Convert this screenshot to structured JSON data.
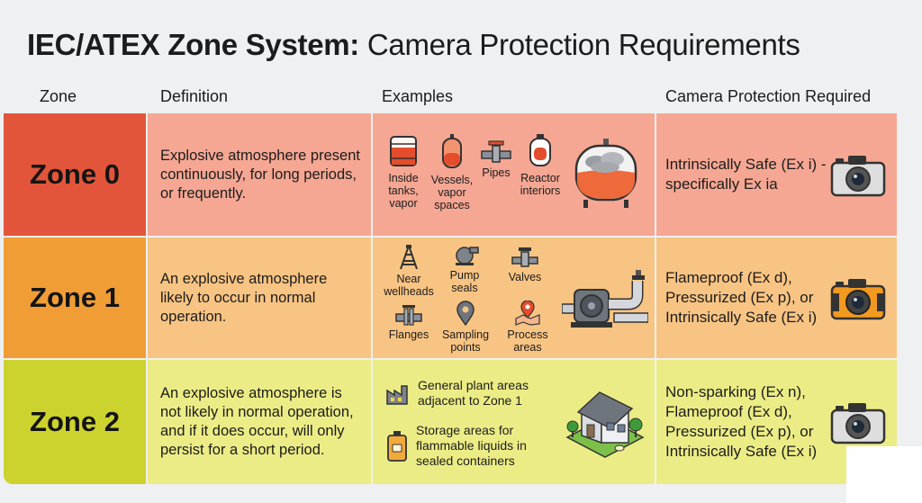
{
  "title": {
    "bold": "IEC/ATEX Zone System:",
    "regular": " Camera Protection Requirements"
  },
  "headers": {
    "zone": "Zone",
    "definition": "Definition",
    "examples": "Examples",
    "camera": "Camera Protection Required"
  },
  "zones": [
    {
      "label": "Zone 0",
      "definition": "Explosive atmosphere present continuously, for long periods, or frequently.",
      "examples": [
        {
          "label": "Inside\ntanks,\nvapor",
          "icon": "tank-icon"
        },
        {
          "label": "Vessels,\nvapor\nspaces",
          "icon": "vessel-icon"
        },
        {
          "label": "Pipes",
          "icon": "pipe-valve-icon"
        },
        {
          "label": "Reactor\ninteriors",
          "icon": "reactor-icon"
        }
      ],
      "illustration": "storage-tank-vapor-illustration",
      "camera": "Intrinsically Safe (Ex i) - specifically Ex ia",
      "camera_icon": "camera-icon"
    },
    {
      "label": "Zone 1",
      "definition": "An explosive atmosphere likely to occur in normal operation.",
      "examples": [
        {
          "label": "Near\nwellheads",
          "icon": "wellhead-tower-icon"
        },
        {
          "label": "Pump\nseals",
          "icon": "pump-icon"
        },
        {
          "label": "Valves",
          "icon": "valve-icon"
        },
        {
          "label": "Flanges",
          "icon": "flange-icon"
        },
        {
          "label": "Sampling\npoints",
          "icon": "location-pin-icon"
        },
        {
          "label": "Process\nareas",
          "icon": "map-pin-icon"
        }
      ],
      "illustration": "pump-piping-illustration",
      "camera": "Flameproof (Ex d), Pressurized (Ex p), or Intrinsically Safe (Ex i)",
      "camera_icon": "rugged-camera-icon"
    },
    {
      "label": "Zone 2",
      "definition": "An explosive atmosphere is not likely in normal operation, and if it does occur, will only persist for a short period.",
      "examples": [
        {
          "label": "General plant areas\nadjacent to Zone 1",
          "icon": "factory-icon"
        },
        {
          "label": "Storage areas for\nflammable liquids in\nsealed containers",
          "icon": "jerrycan-icon"
        }
      ],
      "illustration": "house-building-illustration",
      "camera": "Non-sparking (Ex n), Flameproof (Ex d), Pressurized (Ex p), or Intrinsically Safe (Ex i)",
      "camera_icon": "camera-icon"
    }
  ],
  "colors": {
    "zone0_label": "#e2553a",
    "zone0_bg": "#f5a793",
    "zone1_label": "#f09d36",
    "zone1_bg": "#f8c483",
    "zone2_label": "#cdd32e",
    "zone2_bg": "#ecec86",
    "page_bg": "#eef0f1"
  }
}
